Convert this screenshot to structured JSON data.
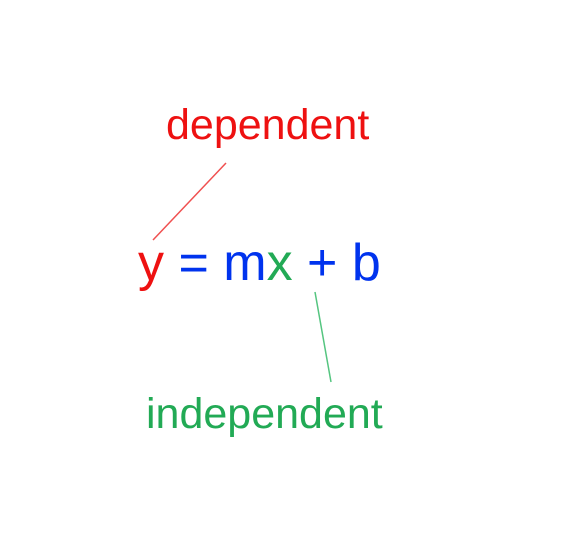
{
  "labels": {
    "dependent": "dependent",
    "independent": "independent"
  },
  "equation": {
    "y": "y",
    "equals": " = ",
    "m": "m",
    "x": "x",
    "plus_b": " + b"
  },
  "colors": {
    "dependent": "#ee1111",
    "independent": "#22aa55",
    "constants": "#0033ee",
    "dependent_leader": "#f05050",
    "independent_leader": "#55c580"
  }
}
